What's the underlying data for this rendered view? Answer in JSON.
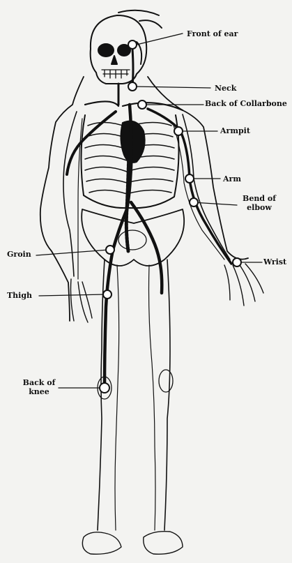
{
  "labels": {
    "front_of_ear": "Front of ear",
    "neck": "Neck",
    "back_of_collarbone": "Back of Collarbone",
    "armpit": "Armpit",
    "arm": "Arm",
    "bend_of_elbow": "Bend of elbow",
    "groin": "Groin",
    "wrist": "Wrist",
    "thigh": "Thigh",
    "back_of_knee": "Back of knee"
  },
  "colors": {
    "background": "#f3f3f1",
    "ink": "#111111",
    "point_fill": "#ffffff"
  }
}
